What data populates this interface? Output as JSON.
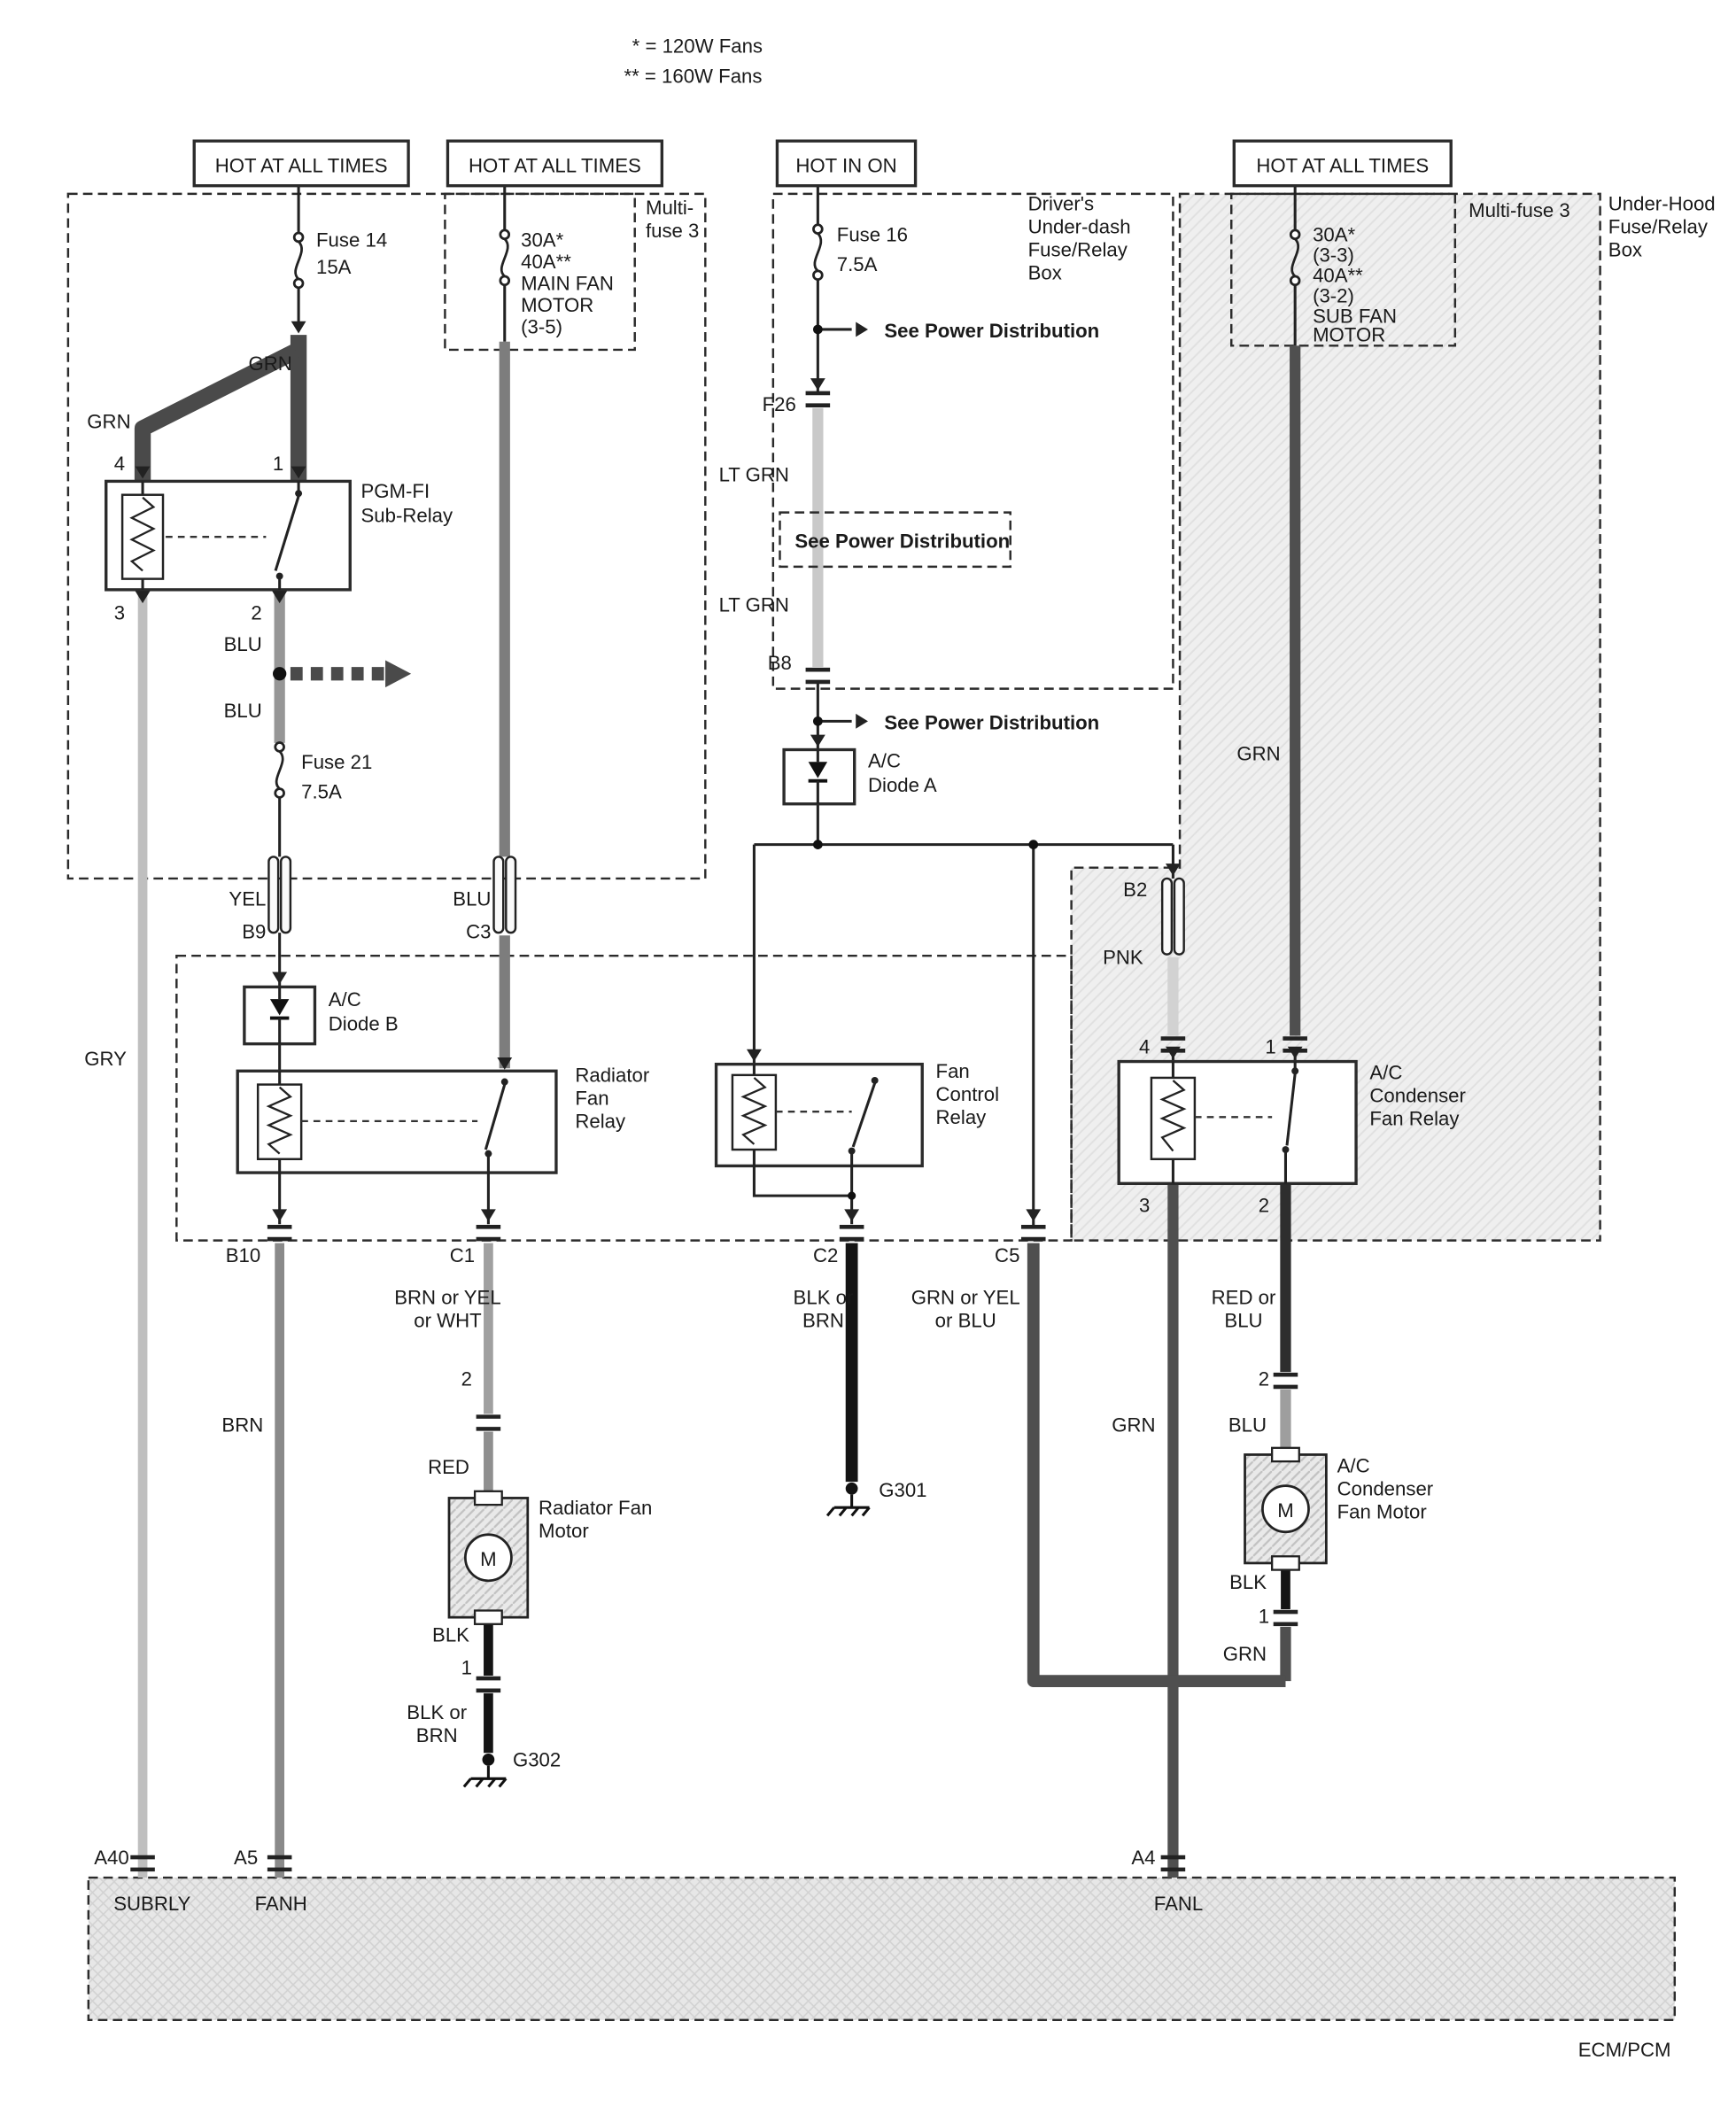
{
  "labels": {
    "legend1": "* = 120W Fans",
    "legend2": "** = 160W Fans",
    "hot1": "HOT AT ALL TIMES",
    "hot2": "HOT AT ALL TIMES",
    "hot3": "HOT IN ON",
    "hot4": "HOT AT ALL TIMES",
    "fuse14_1": "Fuse 14",
    "fuse14_2": "15A",
    "mfl_1": "30A*",
    "mfl_2": "40A**",
    "mfl_3": "MAIN FAN",
    "mfl_4": "MOTOR",
    "mfl_5": "(3-5)",
    "multifuse_l1": "Multi-",
    "multifuse_l2": "fuse 3",
    "fuse16_1": "Fuse 16",
    "fuse16_2": "7.5A",
    "drv_1": "Driver's",
    "drv_2": "Under-dash",
    "drv_3": "Fuse/Relay",
    "drv_4": "Box",
    "mfr_1": "30A*",
    "mfr_2": "(3-3)",
    "mfr_3": "40A**",
    "mfr_4": "(3-2)",
    "mfr_5": "SUB FAN",
    "mfr_6": "MOTOR",
    "multifuse_r": "Multi-fuse 3",
    "uh_1": "Under-Hood",
    "uh_2": "Fuse/Relay",
    "uh_3": "Box",
    "grn_a": "GRN",
    "grn_b": "GRN",
    "pin4a": "4",
    "pin1a": "1",
    "pin3a": "3",
    "pin2a": "2",
    "pgmfi_1": "PGM-FI",
    "pgmfi_2": "Sub-Relay",
    "blu_a": "BLU",
    "blu_b": "BLU",
    "fuse21_1": "Fuse 21",
    "fuse21_2": "7.5A",
    "yel": "YEL",
    "b9": "B9",
    "blu_c": "BLU",
    "c3": "C3",
    "gry": "GRY",
    "spd1": "See Power Distribution",
    "spd2": "See Power Distribution",
    "spd3": "See Power Distribution",
    "f26": "F26",
    "ltgrn1": "LT GRN",
    "ltgrn2": "LT GRN",
    "b8": "B8",
    "diodeA_1": "A/C",
    "diodeA_2": "Diode A",
    "diodeB_1": "A/C",
    "diodeB_2": "Diode B",
    "grn_c": "GRN",
    "b2": "B2",
    "pnk": "PNK",
    "pin4b": "4",
    "pin1b": "1",
    "pin3b": "3",
    "pin2b": "2",
    "condrelay_1": "A/C",
    "condrelay_2": "Condenser",
    "condrelay_3": "Fan Relay",
    "radrelay_1": "Radiator",
    "radrelay_2": "Fan",
    "radrelay_3": "Relay",
    "fcr_1": "Fan",
    "fcr_2": "Control",
    "fcr_3": "Relay",
    "b10": "B10",
    "c1": "C1",
    "c2": "C2",
    "c5": "C5",
    "c1w_1": "BRN or YEL",
    "c1w_2": "or WHT",
    "c2w_1": "BLK or",
    "c2w_2": "BRN",
    "c5w_1": "GRN or YEL",
    "c5w_2": "or BLU",
    "c2r_1": "RED or",
    "c2r_2": "BLU",
    "brn": "BRN",
    "n2a": "2",
    "red": "RED",
    "radmotor_1": "Radiator Fan",
    "radmotor_2": "Motor",
    "m1": "M",
    "m2": "M",
    "blk_a": "BLK",
    "n1a": "1",
    "blkbrn_1": "BLK or",
    "blkbrn_2": "BRN",
    "g302": "G302",
    "g301": "G301",
    "grn_d": "GRN",
    "n2b": "2",
    "blu_d": "BLU",
    "acm_1": "A/C",
    "acm_2": "Condenser",
    "acm_3": "Fan Motor",
    "blk_b": "BLK",
    "n1b": "1",
    "grn_e": "GRN",
    "a40": "A40",
    "a5": "A5",
    "a4": "A4",
    "subrly": "SUBRLY",
    "fanh": "FANH",
    "fanl": "FANL",
    "ecm": "ECM/PCM"
  }
}
